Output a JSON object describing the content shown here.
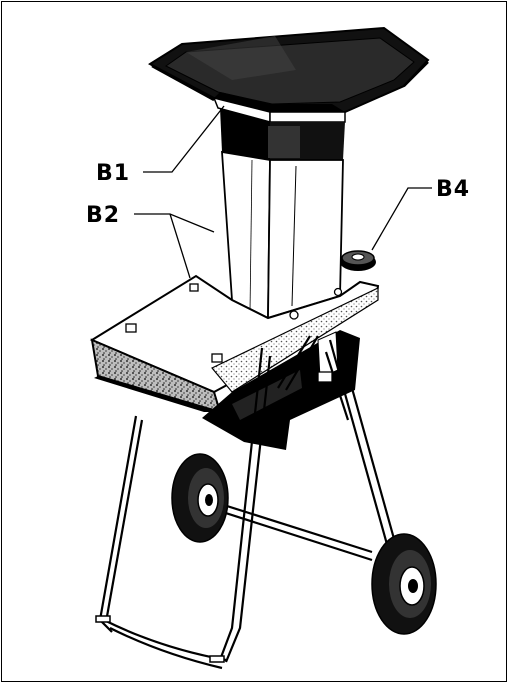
{
  "diagram": {
    "callouts": [
      {
        "id": "b1",
        "label": "B1"
      },
      {
        "id": "b2",
        "label": "B2"
      },
      {
        "id": "b4",
        "label": "B4"
      }
    ]
  },
  "colors": {
    "ink": "#000000",
    "paper": "#ffffff",
    "stipple": "#8a8a8a"
  }
}
